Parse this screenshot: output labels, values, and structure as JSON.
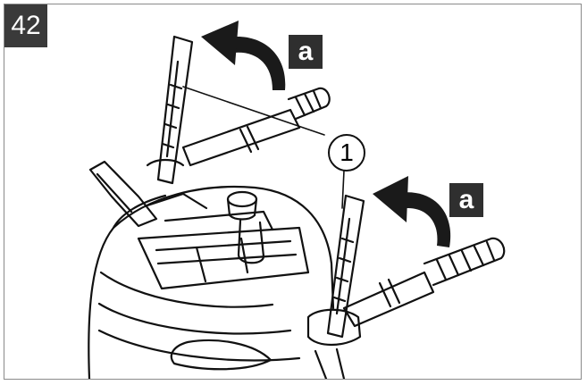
{
  "figure": {
    "step_number": "42",
    "direction_tag_top": "a",
    "direction_tag_bottom": "a",
    "callout_number": "1"
  }
}
